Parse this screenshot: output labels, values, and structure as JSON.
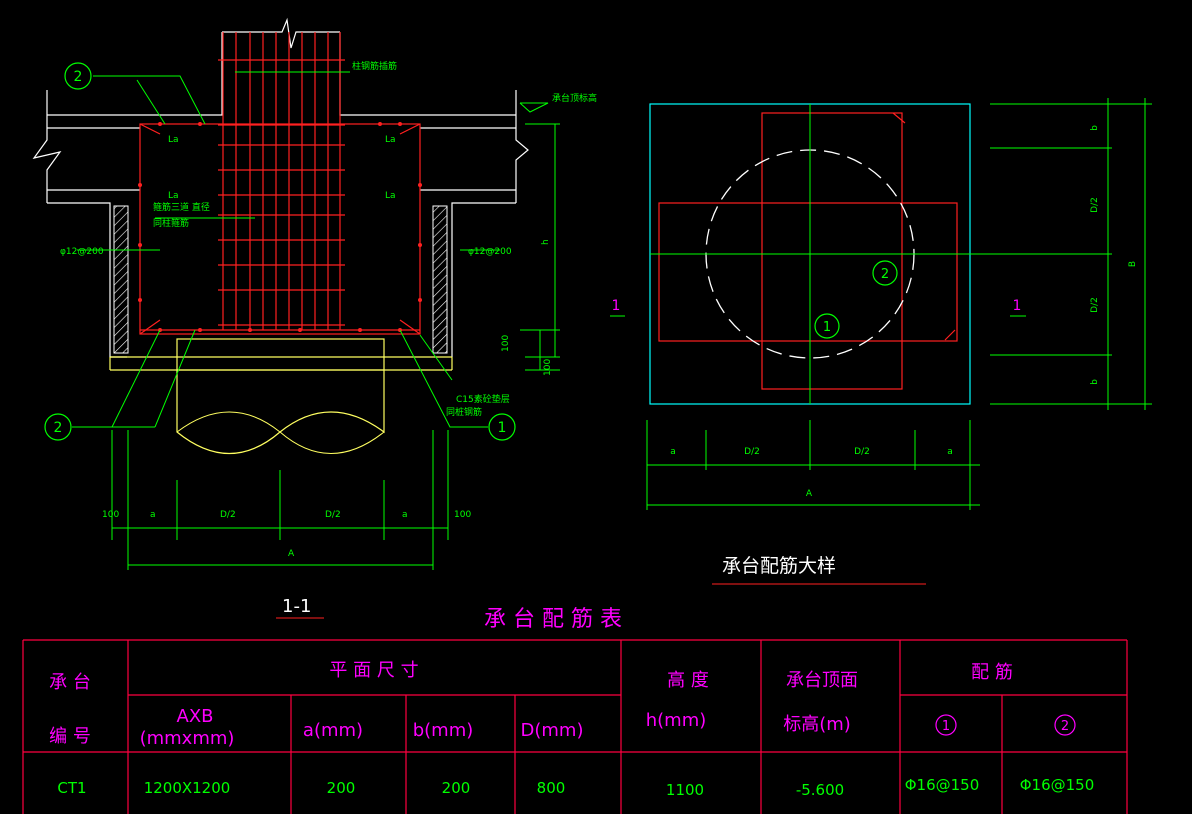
{
  "colors": {
    "background": "#000000",
    "white": "#ffffff",
    "green": "#00ff00",
    "red": "#ff2020",
    "yellow": "#ffff60",
    "cyan": "#00ffff",
    "magenta": "#ff00ff",
    "table_border": "#ff0040"
  },
  "section": {
    "title": "1-1",
    "top_note": "柱钢筋插筋",
    "elev_note": "承台顶标高",
    "la1": "La",
    "la2": "La",
    "la3": "La",
    "la4": "La",
    "stirrup_note_1": "箍筋三道 直径",
    "stirrup_note_2": "同柱箍筋",
    "rebar_left": "φ12@200",
    "rebar_right": "φ12@200",
    "h_label": "h",
    "dim_100_v1": "100",
    "dim_100_v2": "100",
    "cushion_note": "C15素砼垫层",
    "pile_note": "同桩钢筋",
    "marker_1": "1",
    "marker_2a": "2",
    "marker_2b": "2",
    "dims": {
      "d100_left": "100",
      "a_left": "a",
      "d2_left": "D/2",
      "d2_right": "D/2",
      "a_right": "a",
      "d100_right": "100",
      "A": "A"
    }
  },
  "plan": {
    "title": "承台配筋大样",
    "cut_left": "1",
    "cut_right": "1",
    "marker_1": "1",
    "marker_2": "2",
    "dims_bottom": {
      "a_left": "a",
      "d2_left": "D/2",
      "d2_right": "D/2",
      "a_right": "a",
      "A": "A"
    },
    "dims_right": {
      "b_top": "b",
      "d2_top": "D/2",
      "d2_bottom": "D/2",
      "b_bottom": "b",
      "B": "B"
    }
  },
  "table": {
    "title": "承 台 配 筋 表",
    "col_id_1": "承 台",
    "col_id_2": "编 号",
    "col_plan": "平 面 尺 寸",
    "col_axb_1": "AXB",
    "col_axb_2": "(mmxmm)",
    "col_a": "a(mm)",
    "col_b": "b(mm)",
    "col_d": "D(mm)",
    "col_h_1": "高 度",
    "col_h_2": "h(mm)",
    "col_elev_1": "承台顶面",
    "col_elev_2": "标高(m)",
    "col_rebar": "配       筋",
    "col_r1": "1",
    "col_r2": "2",
    "rows": [
      {
        "id": "CT1",
        "axb": "1200X1200",
        "a": "200",
        "b": "200",
        "d": "800",
        "h": "1100",
        "elev": "-5.600",
        "r1": "Φ16@150",
        "r2": "Φ16@150"
      }
    ]
  }
}
